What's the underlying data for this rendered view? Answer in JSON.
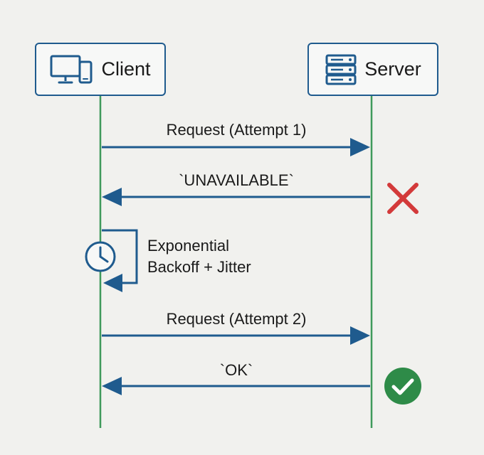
{
  "participants": {
    "client": {
      "name": "Client",
      "icon": "desktop-mobile-icon"
    },
    "server": {
      "name": "Server",
      "icon": "server-rack-icon"
    }
  },
  "messages": [
    {
      "from": "client",
      "to": "server",
      "label": "Request (Attempt 1)"
    },
    {
      "from": "server",
      "to": "client",
      "label": "`UNAVAILABLE`",
      "status_icon": "error-x-icon"
    },
    {
      "from": "server",
      "to": "client",
      "label": "`OK`",
      "status_icon": "success-check-icon"
    },
    {
      "from": "client",
      "to": "server",
      "label": "Request (Attempt 2)"
    }
  ],
  "self_message": {
    "participant": "client",
    "lines": [
      "Exponential",
      "Backoff + Jitter"
    ],
    "icon": "clock-icon"
  },
  "colors": {
    "box_border": "#1f5b8e",
    "arrow": "#1f5b8e",
    "lifeline": "#3f9a5b",
    "error": "#d33a3a",
    "success": "#2e8b48",
    "background": "#f1f1ee"
  }
}
